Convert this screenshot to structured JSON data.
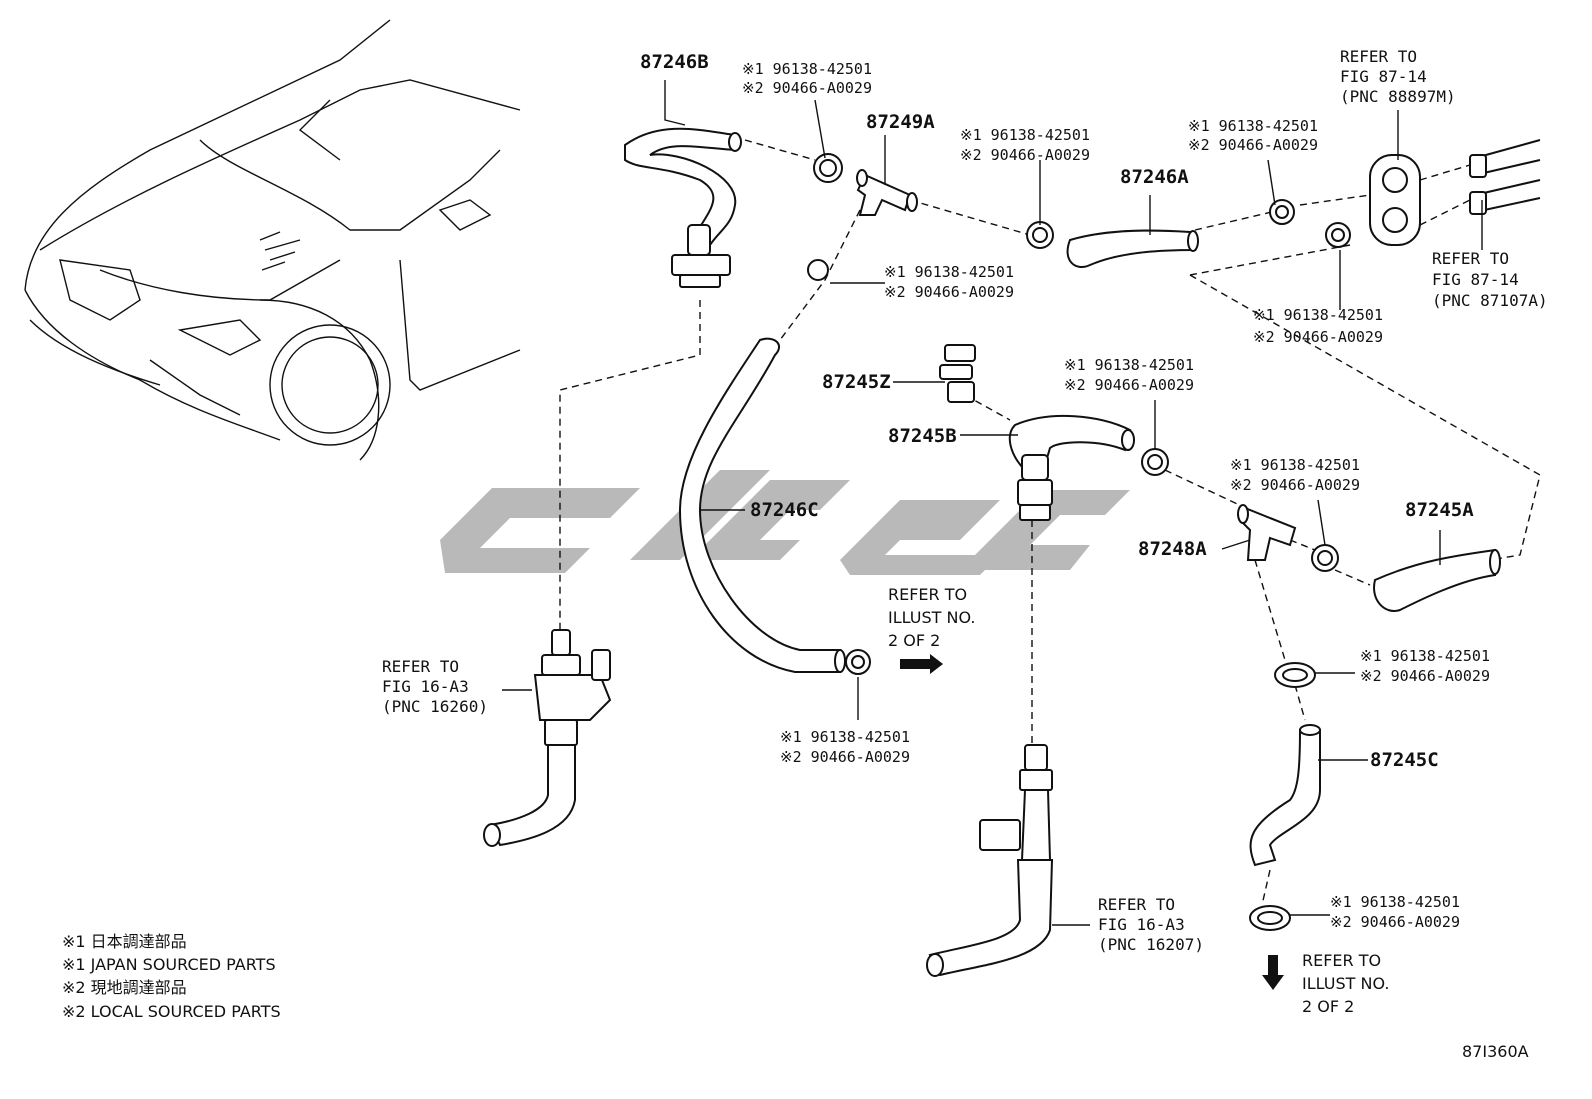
{
  "parts": {
    "p87246B": "87246B",
    "p87249A": "87249A",
    "p87246A": "87246A",
    "p87245Z": "87245Z",
    "p87245B": "87245B",
    "p87246C": "87246C",
    "p87248A": "87248A",
    "p87245A": "87245A",
    "p87245C": "87245C"
  },
  "clip": {
    "line1": "※1 96138-42501",
    "line2": "※2 90466-A0029"
  },
  "refs": {
    "fig8714_a": [
      "REFER TO",
      "FIG 87-14",
      "(PNC 88897M)"
    ],
    "fig8714_b": [
      "REFER TO",
      "FIG 87-14",
      "(PNC 87107A)"
    ],
    "fig16a3_a": [
      "REFER TO",
      "FIG 16-A3",
      "(PNC 16260)"
    ],
    "fig16a3_b": [
      "REFER TO",
      "FIG 16-A3",
      "(PNC 16207)"
    ],
    "illust_a": [
      "REFER TO",
      "ILLUST NO.",
      "2 OF 2"
    ],
    "illust_b": [
      "REFER TO",
      "ILLUST NO.",
      "2 OF 2"
    ]
  },
  "notes": {
    "n1": "※1 日本調達部品",
    "n2": "※1 JAPAN SOURCED PARTS",
    "n3": "※2 現地調達部品",
    "n4": "※2 LOCAL SOURCED PARTS"
  },
  "figure_id": "87I360A",
  "icons": {
    "car": "vehicle-outline-icon",
    "arrow": "direction-arrow-icon"
  },
  "colors": {
    "line": "#111111",
    "watermark": "#b9b9b9"
  }
}
